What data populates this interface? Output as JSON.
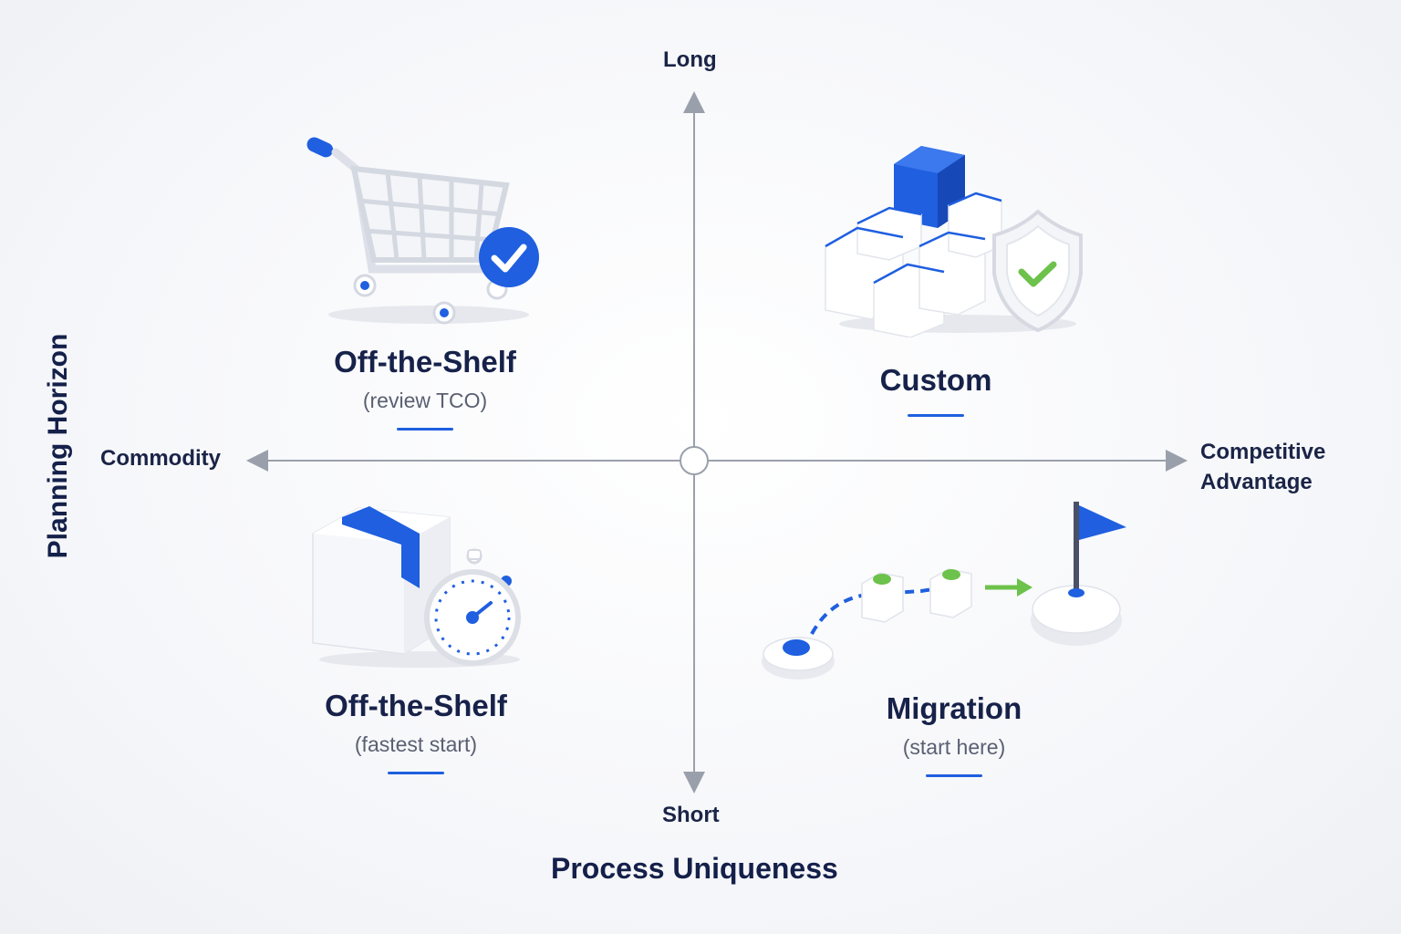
{
  "axes": {
    "vertical_title": "Planning Horizon",
    "horizontal_title": "Process Uniqueness",
    "top": "Long",
    "bottom": "Short",
    "left": "Commodity",
    "right_line1": "Competitive",
    "right_line2": "Advantage"
  },
  "quadrants": {
    "top_left": {
      "title": "Off-the-Shelf",
      "subtitle": "(review TCO)",
      "icon": "shopping-cart-check-icon"
    },
    "top_right": {
      "title": "Custom",
      "subtitle": "",
      "icon": "blocks-shield-icon"
    },
    "bottom_left": {
      "title": "Off-the-Shelf",
      "subtitle": "(fastest start)",
      "icon": "box-stopwatch-icon"
    },
    "bottom_right": {
      "title": "Migration",
      "subtitle": "(start here)",
      "icon": "path-flag-icon"
    }
  },
  "colors": {
    "accent": "#1f5fe0",
    "green": "#6cc24a",
    "axis": "#9aa0ab",
    "text": "#17224a"
  }
}
